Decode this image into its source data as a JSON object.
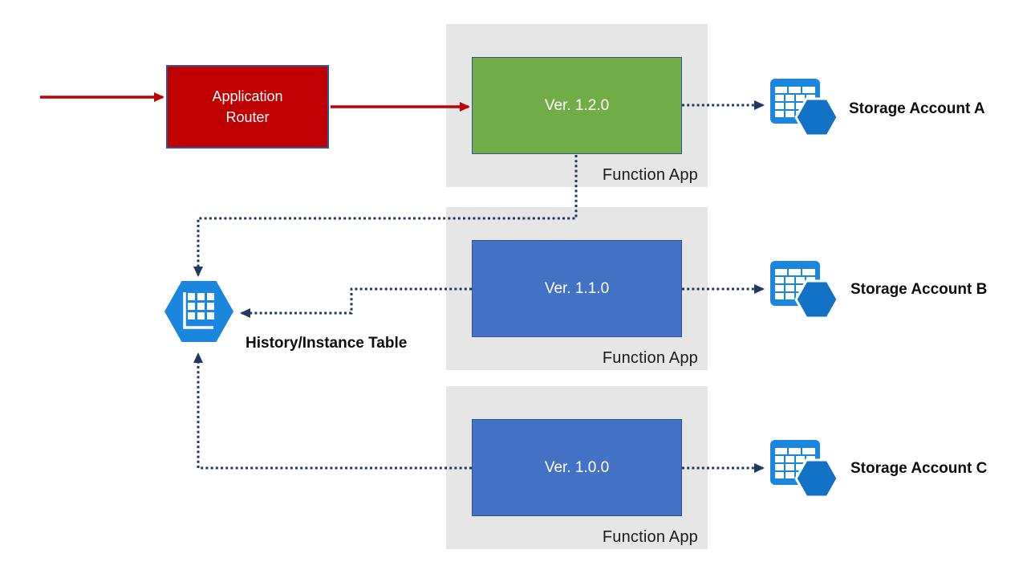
{
  "colors": {
    "red": "#C00000",
    "box_border": "#2F5597",
    "green": "#70AD47",
    "blue": "#4472C4",
    "container_gray": "#E7E6E6",
    "connector_navy": "#1F3864",
    "icon_blue": "#1B86DE",
    "icon_blue_dark": "#1272C6"
  },
  "nodes": {
    "router": {
      "label": "Application Router"
    },
    "function_apps": [
      {
        "version_label": "Ver. 1.2.0",
        "container_label": "Function App",
        "storage_label": "Storage Account A"
      },
      {
        "version_label": "Ver. 1.1.0",
        "container_label": "Function App",
        "storage_label": "Storage Account B"
      },
      {
        "version_label": "Ver. 1.0.0",
        "container_label": "Function App",
        "storage_label": "Storage Account C"
      }
    ],
    "history_table": {
      "label": "History/Instance Table"
    }
  }
}
